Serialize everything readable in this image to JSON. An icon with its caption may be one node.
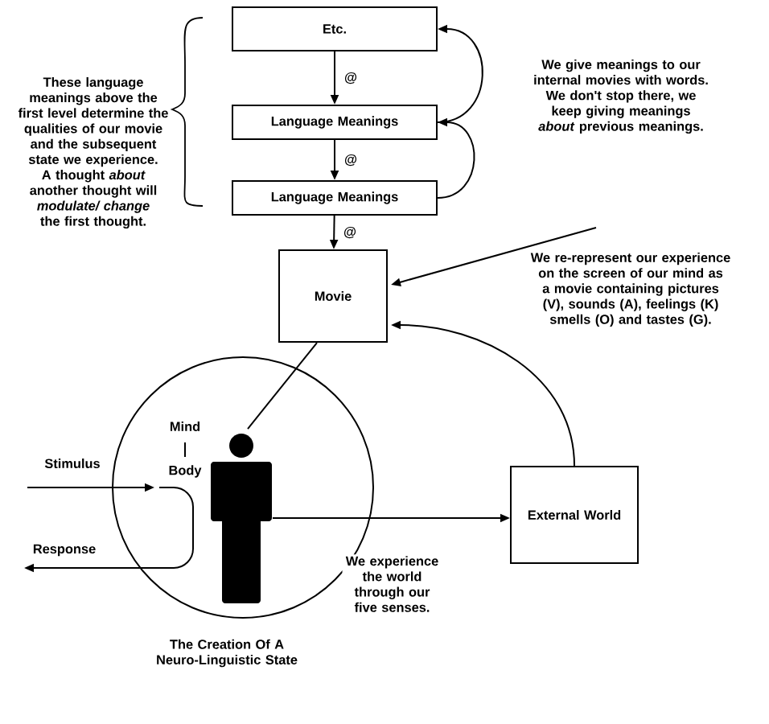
{
  "diagram": {
    "caption": "The Creation Of A Neuro-Linguistic State",
    "nodes": [
      {
        "text": [
          "Etc."
        ]
      },
      {
        "text": [
          "Language Meanings"
        ]
      },
      {
        "text": [
          "Language Meanings"
        ]
      },
      {
        "text": [
          "Movie"
        ]
      },
      {
        "text": [],
        "shape": "circle"
      },
      {
        "text": [],
        "shape": "person",
        "in": 4
      },
      {
        "text": [
          "External World"
        ]
      },
      {
        "text": [
          "We re-represent our experience on the screen of our mind as a movie containing pictures (V), sounds (A), feelings (K) smells (O) and tastes (G)."
        ]
      }
    ],
    "edges": [
      {
        "from": 0,
        "to": 1,
        "arrow": "to",
        "label": "@"
      },
      {
        "from": 1,
        "to": 2,
        "arrow": "to",
        "label": "@"
      },
      {
        "from": 2,
        "to": 3,
        "arrow": "to",
        "label": "@"
      },
      {
        "from": 2,
        "to": 1,
        "arrow": "to"
      },
      {
        "from": 1,
        "to": 0,
        "arrow": "to"
      },
      {
        "from": 7,
        "to": 3,
        "arrow": "to"
      },
      {
        "from": 6,
        "to": 3,
        "arrow": "to"
      },
      {
        "from": 3,
        "to": 5,
        "arrow": "none"
      },
      {
        "from": 5,
        "to": 6,
        "arrow": "to",
        "label": "We experience the world through our five senses."
      },
      {
        "from": null,
        "to": 4,
        "arrow": "to",
        "label": "Stimulus"
      },
      {
        "from": 4,
        "to": null,
        "arrow": "to",
        "label": "Response"
      }
    ],
    "labels": [
      "These language meanings above the first level determine the qualities of our movie and the subsequent state we experience. A thought *about* another thought will *modulate/ change* the first thought.",
      "We give meanings to our internal movies with words.  We don't stop there, we keep giving meanings *about* previous meanings.",
      "Mind",
      "Body"
    ]
  }
}
